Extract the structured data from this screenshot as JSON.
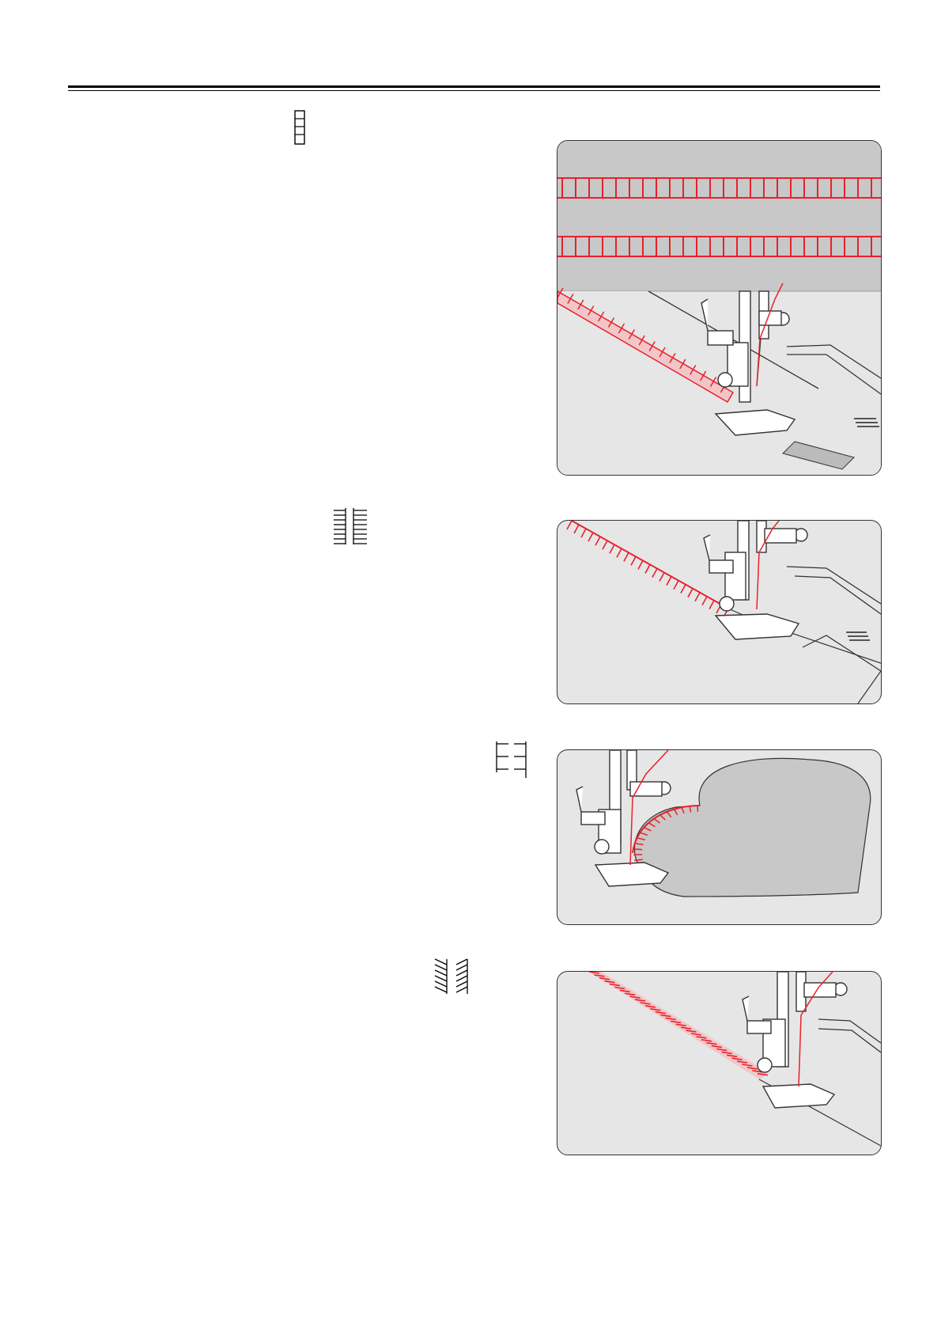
{
  "page": {
    "sections": [
      {
        "id": "straight-stitch",
        "icon": "ladder-stitch-icon"
      },
      {
        "id": "blanket-stitch",
        "icon": "double-comb-stitch-icon"
      },
      {
        "id": "applique-stitch",
        "icon": "bracket-stitch-icon"
      },
      {
        "id": "slant-stitch",
        "icon": "slant-comb-stitch-icon"
      }
    ]
  },
  "colors": {
    "thread": "#e8212b",
    "fabric": "#e6e6e6",
    "band": "#c8c8c8",
    "outline": "#333333"
  }
}
